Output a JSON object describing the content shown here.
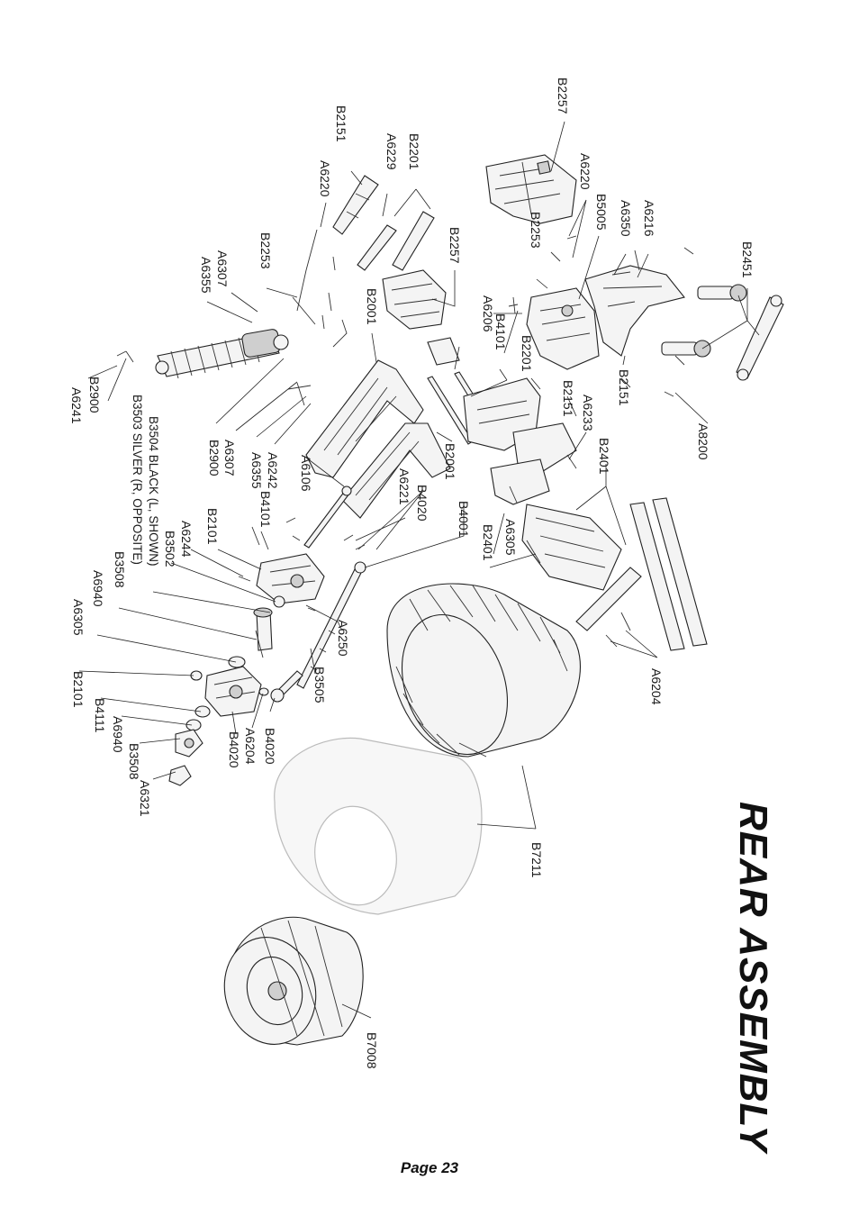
{
  "title": "REAR ASSEMBLY",
  "page_label": "Page 23",
  "callouts": [
    {
      "id": "B2257-top",
      "text": "B2257"
    },
    {
      "id": "B2151-top",
      "text": "B2151"
    },
    {
      "id": "A6229",
      "text": "A6229"
    },
    {
      "id": "B2201-top",
      "text": "B2201"
    },
    {
      "id": "A6220-left",
      "text": "A6220"
    },
    {
      "id": "A6220-right",
      "text": "A6220"
    },
    {
      "id": "B5005",
      "text": "B5005"
    },
    {
      "id": "A6350",
      "text": "A6350"
    },
    {
      "id": "A6216",
      "text": "A6216"
    },
    {
      "id": "B2451",
      "text": "B2451"
    },
    {
      "id": "B2253-left",
      "text": "B2253"
    },
    {
      "id": "B2253-right",
      "text": "B2253"
    },
    {
      "id": "B2257-mid",
      "text": "B2257"
    },
    {
      "id": "A6307-top",
      "text": "A6307"
    },
    {
      "id": "A6355-top",
      "text": "A6355"
    },
    {
      "id": "B2001-top",
      "text": "B2001"
    },
    {
      "id": "A6206",
      "text": "A6206"
    },
    {
      "id": "B4101-top",
      "text": "B4101"
    },
    {
      "id": "B2201-mid",
      "text": "B2201"
    },
    {
      "id": "B2151-mid",
      "text": "B2151"
    },
    {
      "id": "B2151-right",
      "text": "B2151"
    },
    {
      "id": "A8200",
      "text": "A8200"
    },
    {
      "id": "A6233",
      "text": "A6233"
    },
    {
      "id": "B2401-right",
      "text": "B2401"
    },
    {
      "id": "B2900-top",
      "text": "B2900"
    },
    {
      "id": "A6241",
      "text": "A6241"
    },
    {
      "id": "B3504",
      "text": "B3504 BLACK (L, SHOWN)"
    },
    {
      "id": "B3503",
      "text": "B3503 SILVER (R, OPPOSITE)"
    },
    {
      "id": "B2900-mid",
      "text": "B2900"
    },
    {
      "id": "A6307-mid",
      "text": "A6307"
    },
    {
      "id": "A6355-mid",
      "text": "A6355"
    },
    {
      "id": "A6242",
      "text": "A6242"
    },
    {
      "id": "B4101-mid",
      "text": "B4101"
    },
    {
      "id": "A6106",
      "text": "A6106"
    },
    {
      "id": "A6221",
      "text": "A6221"
    },
    {
      "id": "B4020-top",
      "text": "B4020"
    },
    {
      "id": "B2001-mid",
      "text": "B2001"
    },
    {
      "id": "B4001",
      "text": "B4001"
    },
    {
      "id": "B2401-mid",
      "text": "B2401"
    },
    {
      "id": "A6305-mid",
      "text": "A6305"
    },
    {
      "id": "B2101-top",
      "text": "B2101"
    },
    {
      "id": "A6244",
      "text": "A6244"
    },
    {
      "id": "B3502",
      "text": "B3502"
    },
    {
      "id": "B3508-top",
      "text": "B3508"
    },
    {
      "id": "A6940-top",
      "text": "A6940"
    },
    {
      "id": "A6305-left",
      "text": "A6305"
    },
    {
      "id": "B2101-bottom",
      "text": "B2101"
    },
    {
      "id": "B4111",
      "text": "B4111"
    },
    {
      "id": "A6940-bottom",
      "text": "A6940"
    },
    {
      "id": "B3508-bottom",
      "text": "B3508"
    },
    {
      "id": "A6321",
      "text": "A6321"
    },
    {
      "id": "B4020-bottom",
      "text": "B4020"
    },
    {
      "id": "A6204-bottom",
      "text": "A6204"
    },
    {
      "id": "B4020-mid",
      "text": "B4020"
    },
    {
      "id": "A6250",
      "text": "A6250"
    },
    {
      "id": "B3505",
      "text": "B3505"
    },
    {
      "id": "A6204-right",
      "text": "A6204"
    },
    {
      "id": "B7211",
      "text": "B7211"
    },
    {
      "id": "B7008",
      "text": "B7008"
    }
  ]
}
